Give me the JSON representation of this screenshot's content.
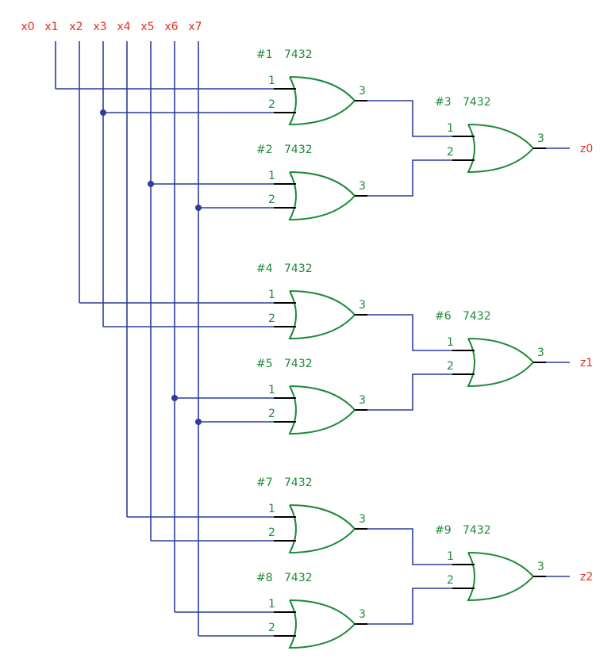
{
  "colors": {
    "wire": "#2b3d9e",
    "gate": "#1f8a3a",
    "pin": "#000000",
    "signal_label": "#e0301e"
  },
  "inputs": [
    "x0",
    "x1",
    "x2",
    "x3",
    "x4",
    "x5",
    "x6",
    "x7"
  ],
  "outputs": [
    "z0",
    "z1",
    "z2"
  ],
  "gates": [
    {
      "number": "#1",
      "part": "7432",
      "pin_in_a": "1",
      "pin_in_b": "2",
      "pin_out": "3"
    },
    {
      "number": "#2",
      "part": "7432",
      "pin_in_a": "1",
      "pin_in_b": "2",
      "pin_out": "3"
    },
    {
      "number": "#3",
      "part": "7432",
      "pin_in_a": "1",
      "pin_in_b": "2",
      "pin_out": "3"
    },
    {
      "number": "#4",
      "part": "7432",
      "pin_in_a": "1",
      "pin_in_b": "2",
      "pin_out": "3"
    },
    {
      "number": "#5",
      "part": "7432",
      "pin_in_a": "1",
      "pin_in_b": "2",
      "pin_out": "3"
    },
    {
      "number": "#6",
      "part": "7432",
      "pin_in_a": "1",
      "pin_in_b": "2",
      "pin_out": "3"
    },
    {
      "number": "#7",
      "part": "7432",
      "pin_in_a": "1",
      "pin_in_b": "2",
      "pin_out": "3"
    },
    {
      "number": "#8",
      "part": "7432",
      "pin_in_a": "1",
      "pin_in_b": "2",
      "pin_out": "3"
    },
    {
      "number": "#9",
      "part": "7432",
      "pin_in_a": "1",
      "pin_in_b": "2",
      "pin_out": "3"
    }
  ]
}
